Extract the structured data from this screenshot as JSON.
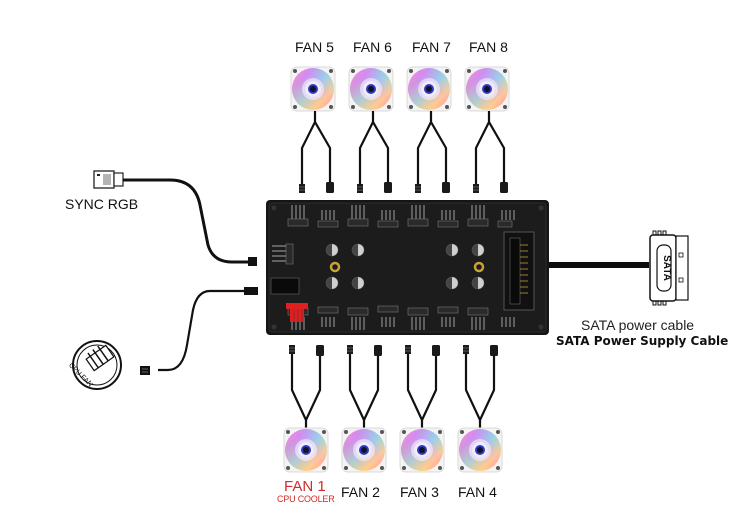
{
  "diagram": {
    "title": "PWM ARGB fan hub wiring diagram",
    "top_fans": [
      {
        "label": "FAN 5"
      },
      {
        "label": "FAN 6"
      },
      {
        "label": "FAN 7"
      },
      {
        "label": "FAN 8"
      }
    ],
    "bottom_fans": [
      {
        "label": "FAN 1",
        "sublabel": "CPU COOLER",
        "highlight_color": "#d42a2a"
      },
      {
        "label": "FAN 2"
      },
      {
        "label": "FAN 3"
      },
      {
        "label": "FAN 4"
      }
    ],
    "sync_rgb_label": "SYNC RGB",
    "cpu_fan_icon_label": "CPU FAN",
    "sata_connector_text": "SATA",
    "sata_label": "SATA power cable",
    "sata_sublabel": "SATA Power Supply Cable",
    "colors": {
      "hub_board": "#151515",
      "cable": "#111111",
      "cpu_header": "#e02020",
      "brass": "#c9a233"
    }
  }
}
